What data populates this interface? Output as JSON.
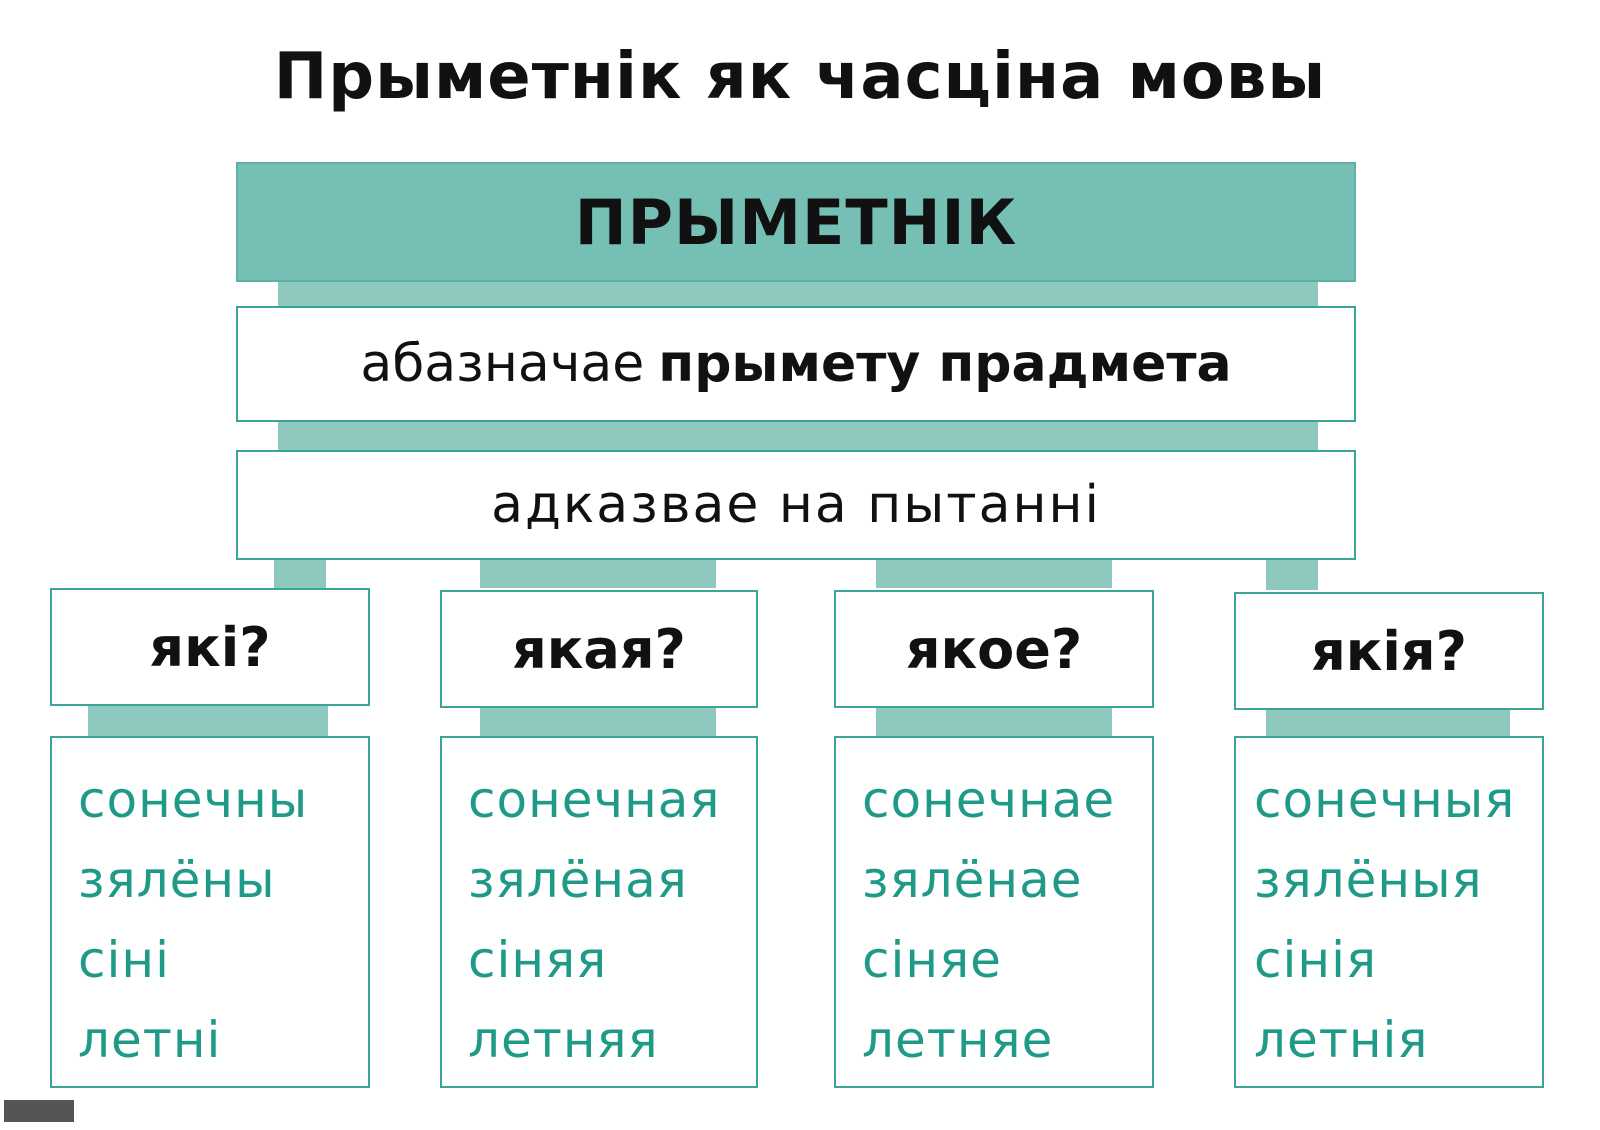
{
  "title": "Прыметнік як часціна мовы",
  "main_label": "ПРЫМЕТНІК",
  "definition": {
    "plain": "абазначае",
    "bold": "прымету прадмета"
  },
  "question_prompt": "адказвае на пытанні",
  "columns": [
    {
      "question": "які?",
      "words": [
        "сонечны",
        "зялёны",
        "сіні",
        "летні"
      ]
    },
    {
      "question": "якая?",
      "words": [
        "сонечная",
        "зялёная",
        "сіняя",
        "летняя"
      ]
    },
    {
      "question": "якое?",
      "words": [
        "сонечнае",
        "зялёнае",
        "сіняе",
        "летняе"
      ]
    },
    {
      "question": "якія?",
      "words": [
        "сонечныя",
        "зялёныя",
        "сінія",
        "летнія"
      ]
    }
  ],
  "colors": {
    "header_fill": "#76bfb4",
    "connector": "#8ec8bf",
    "border": "#3aa597",
    "word_text": "#1f9a86"
  }
}
